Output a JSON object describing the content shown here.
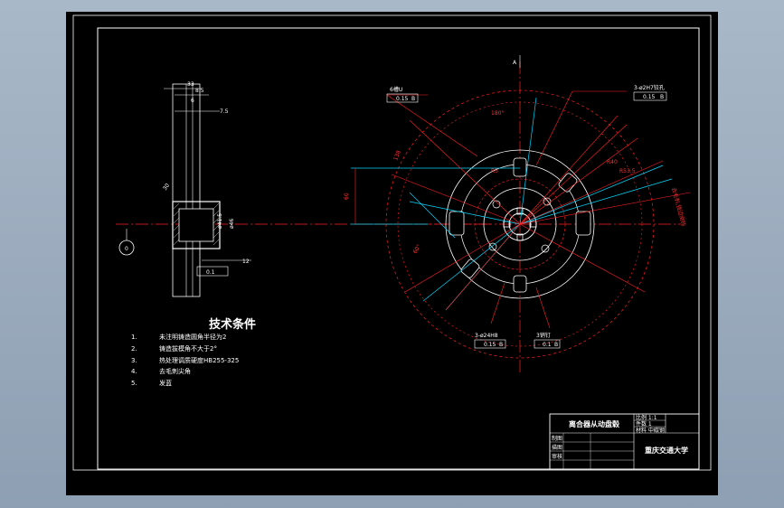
{
  "drawing": {
    "colors": {
      "background": "#000000",
      "frame": "#ffffff",
      "dimension": "#ff2020",
      "centerline": "#ff2020",
      "construction": "#00d8ff",
      "part": "#ffffff"
    },
    "side_view": {
      "dims": [
        "33",
        "8.5",
        "6",
        "7.5",
        "30",
        "12"
      ],
      "radius_labels": [
        "ø41.5",
        "ø46"
      ],
      "tolerance": "0.1",
      "datum_label": "0"
    },
    "technical_conditions": {
      "title": "技术条件",
      "items": [
        {
          "num": "1.",
          "text": "未注明铸造圆角半径为2"
        },
        {
          "num": "2.",
          "text": "铸造拔模角不大于2°"
        },
        {
          "num": "3.",
          "text": "热处理调质硬度HB255-325"
        },
        {
          "num": "4.",
          "text": "去毛刺尖角"
        },
        {
          "num": "5.",
          "text": "发蓝"
        }
      ]
    },
    "plate_view": {
      "view_label": "A",
      "dimension_labels": [
        "60",
        "R3",
        "138",
        "R40",
        "R53.5",
        "180°",
        "60°"
      ],
      "callouts": [
        {
          "label": "6槽U",
          "tol": "0.15",
          "datum": "B"
        },
        {
          "label": "3-ø2H7铰孔",
          "tol": "0.15",
          "datum": "B"
        },
        {
          "label": "3-ø24H8",
          "tol": "0.15",
          "datum": "B"
        },
        {
          "label": "3销钉",
          "tol": "0.1",
          "datum": "B"
        }
      ],
      "right_note": "去毛刺,锐边倒钝"
    },
    "title_block": {
      "part_name": "离合器从动盘毂",
      "scale": "比例 1:1",
      "quantity": "件数 1",
      "material": "材料 中碳钢",
      "labels": [
        "制图",
        "描图",
        "审核"
      ],
      "school": "重庆交通大学"
    }
  }
}
